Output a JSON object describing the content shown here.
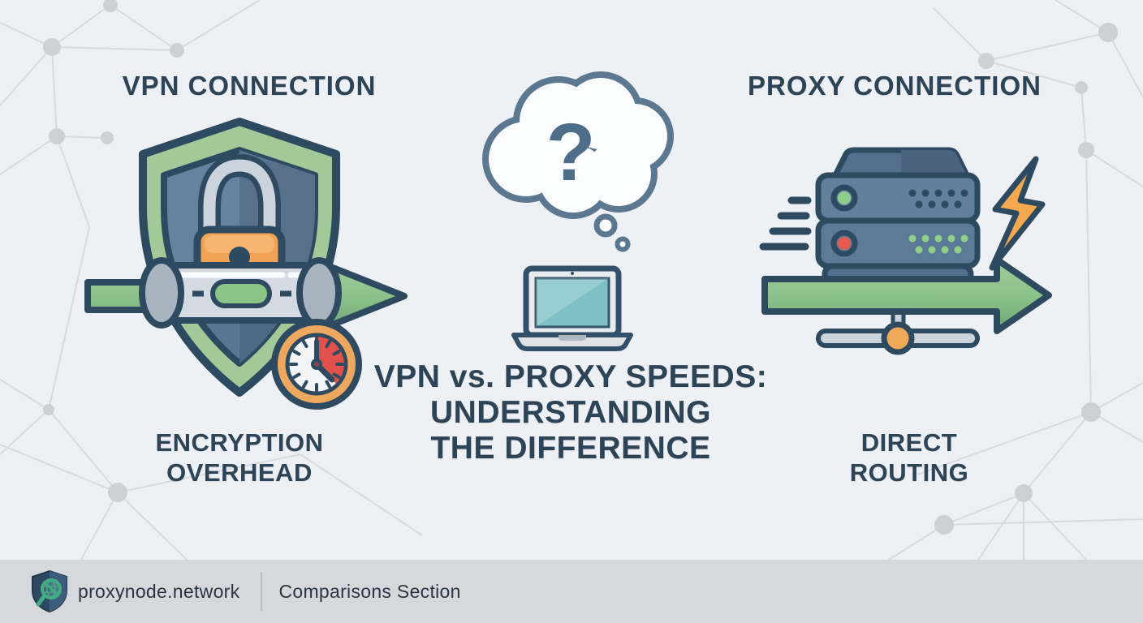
{
  "page": {
    "type": "comparison-infographic",
    "topic": "VPN vs Proxy speed comparison"
  },
  "colors": {
    "background": "#edf0f4",
    "pattern_gray": "#d7dadf",
    "heading_text": "#2d4356",
    "outline_navy": "#2e4a60",
    "arrow_green": "#8bc08a",
    "shield_green": "#a3c999",
    "shield_blue": "#66829e",
    "lock_orange": "#f1a255",
    "clock_ring_orange": "#eda75f",
    "clock_red": "#e0524b",
    "tunnel_silver": "#d4dae1",
    "server_blue": "#62809c",
    "status_green": "#8ed08a",
    "status_red": "#e8584f",
    "bolt_orange": "#f5a94f",
    "node_orange": "#f0a859",
    "laptop_screen_teal": "#7cc0c6",
    "footer_bg": "#d5d9de",
    "footer_text": "#2b3542",
    "logo_teal": "#45ab85"
  },
  "vpn_panel": {
    "heading": "VPN CONNECTION",
    "caption_line1": "ENCRYPTION",
    "caption_line2": "OVERHEAD",
    "icons": [
      "shield-icon",
      "padlock-icon",
      "encrypted-tunnel-icon",
      "flow-arrow-icon",
      "delay-clock-icon"
    ]
  },
  "center_panel": {
    "question_mark": "?",
    "title_line1": "VPN vs. PROXY SPEEDS:",
    "title_line2": "UNDERSTANDING",
    "title_line3": "THE DIFFERENCE",
    "icons": [
      "thought-bubble-icon",
      "question-mark-icon",
      "laptop-icon"
    ]
  },
  "proxy_panel": {
    "heading": "PROXY CONNECTION",
    "caption_line1": "DIRECT",
    "caption_line2": "ROUTING",
    "icons": [
      "speed-lines-icon",
      "proxy-server-icon",
      "lightning-bolt-icon",
      "flow-arrow-icon",
      "network-node-icon"
    ]
  },
  "footer": {
    "brand": "proxynode.network",
    "section": "Comparisons Section",
    "logo": "shield-magnifier-logo"
  }
}
